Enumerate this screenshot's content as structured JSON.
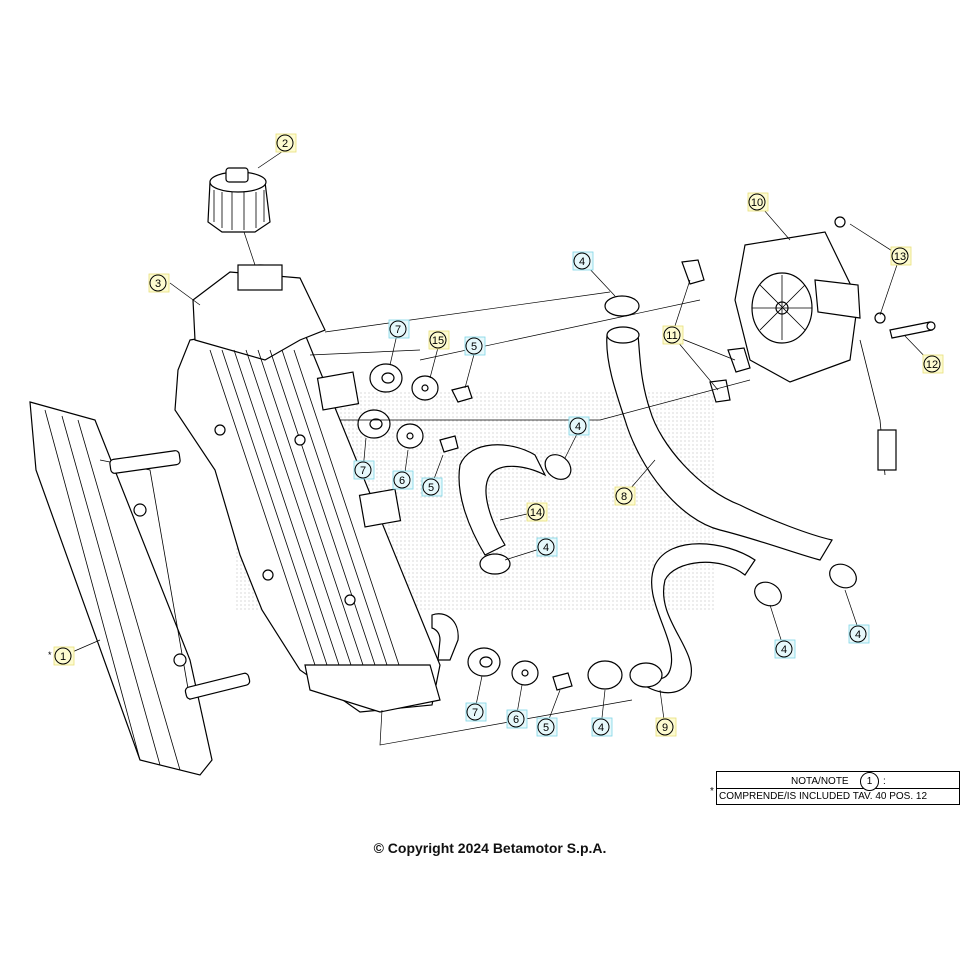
{
  "callouts": [
    {
      "id": "c1",
      "label": "1",
      "style": "yellow"
    },
    {
      "id": "c2",
      "label": "2",
      "style": "yellow"
    },
    {
      "id": "c3",
      "label": "3",
      "style": "yellow"
    },
    {
      "id": "c4a",
      "label": "4",
      "style": "cyan"
    },
    {
      "id": "c4b",
      "label": "4",
      "style": "cyan"
    },
    {
      "id": "c4c",
      "label": "4",
      "style": "cyan"
    },
    {
      "id": "c4d",
      "label": "4",
      "style": "cyan"
    },
    {
      "id": "c4e",
      "label": "4",
      "style": "cyan"
    },
    {
      "id": "c4f",
      "label": "4",
      "style": "cyan"
    },
    {
      "id": "c5a",
      "label": "5",
      "style": "cyan"
    },
    {
      "id": "c5b",
      "label": "5",
      "style": "cyan"
    },
    {
      "id": "c5c",
      "label": "5",
      "style": "cyan"
    },
    {
      "id": "c6a",
      "label": "6",
      "style": "cyan"
    },
    {
      "id": "c6b",
      "label": "6",
      "style": "cyan"
    },
    {
      "id": "c7a",
      "label": "7",
      "style": "cyan"
    },
    {
      "id": "c7b",
      "label": "7",
      "style": "cyan"
    },
    {
      "id": "c7c",
      "label": "7",
      "style": "cyan"
    },
    {
      "id": "c8",
      "label": "8",
      "style": "yellow"
    },
    {
      "id": "c9",
      "label": "9",
      "style": "yellow"
    },
    {
      "id": "c10",
      "label": "10",
      "style": "yellow"
    },
    {
      "id": "c11",
      "label": "11",
      "style": "yellow"
    },
    {
      "id": "c12",
      "label": "12",
      "style": "yellow"
    },
    {
      "id": "c13",
      "label": "13",
      "style": "yellow"
    },
    {
      "id": "c14",
      "label": "14",
      "style": "yellow"
    },
    {
      "id": "c15",
      "label": "15",
      "style": "yellow"
    }
  ],
  "note": {
    "title": "NOTA/NOTE",
    "badge": "1",
    "colon": ":",
    "text": "COMPRENDE/IS INCLUDED TAV. 40 POS. 12",
    "star": "*"
  },
  "star_marker": "*",
  "copyright": "© Copyright 2024 Betamotor S.p.A.",
  "colors": {
    "yellow_fill": "#fdfbd0",
    "cyan_fill": "#e6f8fb",
    "line": "#000000"
  }
}
